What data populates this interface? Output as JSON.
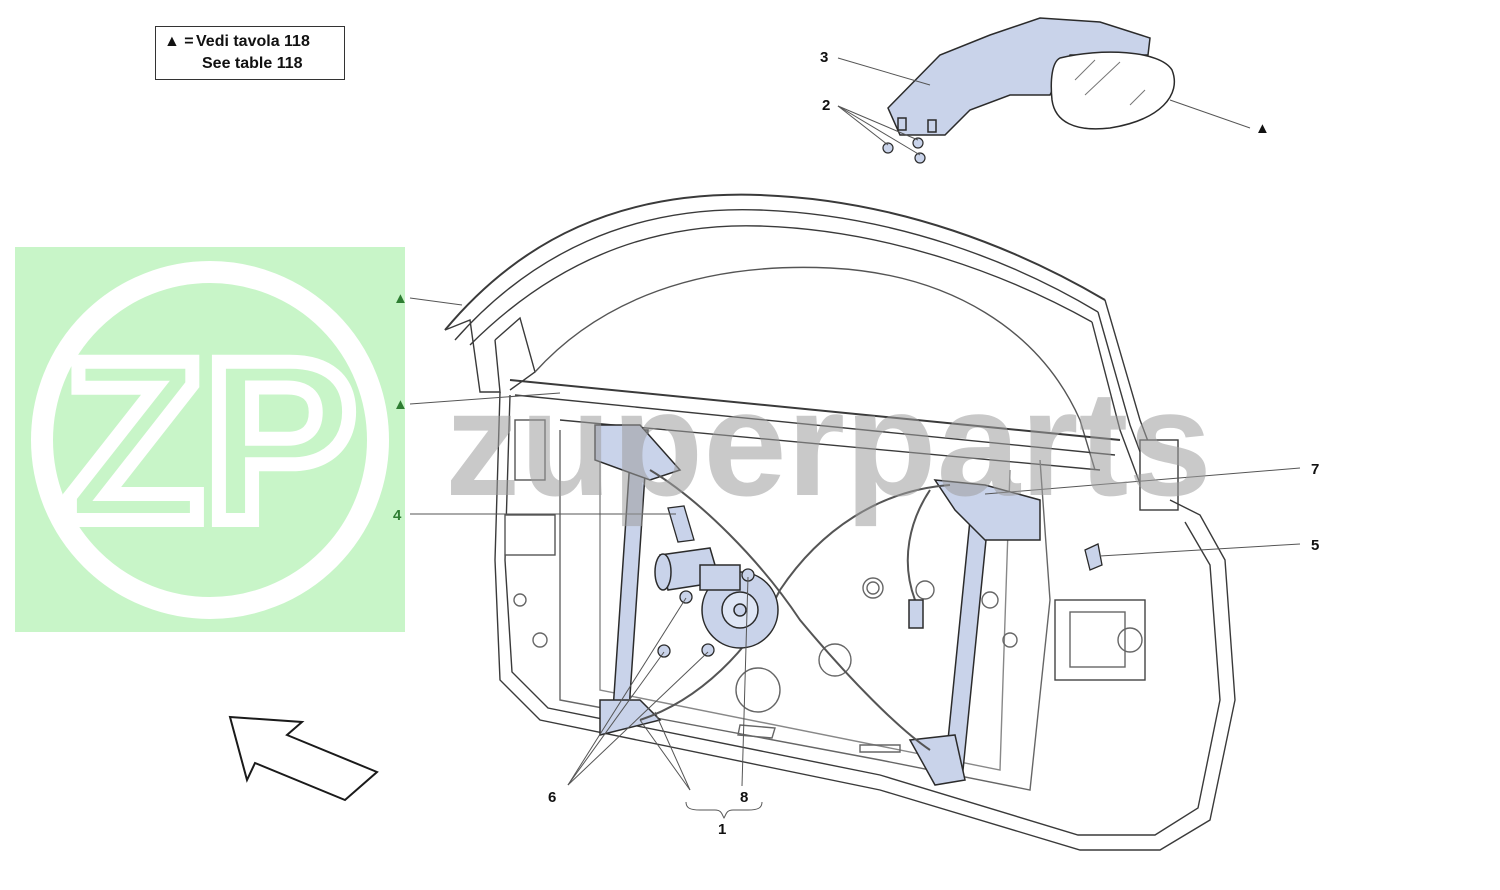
{
  "legend": {
    "symbol": "▲ =",
    "line1": "Vedi tavola 118",
    "line2": "See table 118"
  },
  "watermark": {
    "logo_letters": "ZP",
    "brand_text": "zuperparts",
    "color": "#c8f5c8"
  },
  "callouts": {
    "c1": "1",
    "c2": "2",
    "c3": "3",
    "c4": "4",
    "c5": "5",
    "c6": "6",
    "c7": "7",
    "c8": "8"
  },
  "markers": {
    "triangle_glyph": "▲",
    "green": "#2e7d32",
    "black": "#111111"
  },
  "colors": {
    "part_fill": "#c9d3ea",
    "part_stroke": "#2b2b2b",
    "line": "#555555"
  }
}
